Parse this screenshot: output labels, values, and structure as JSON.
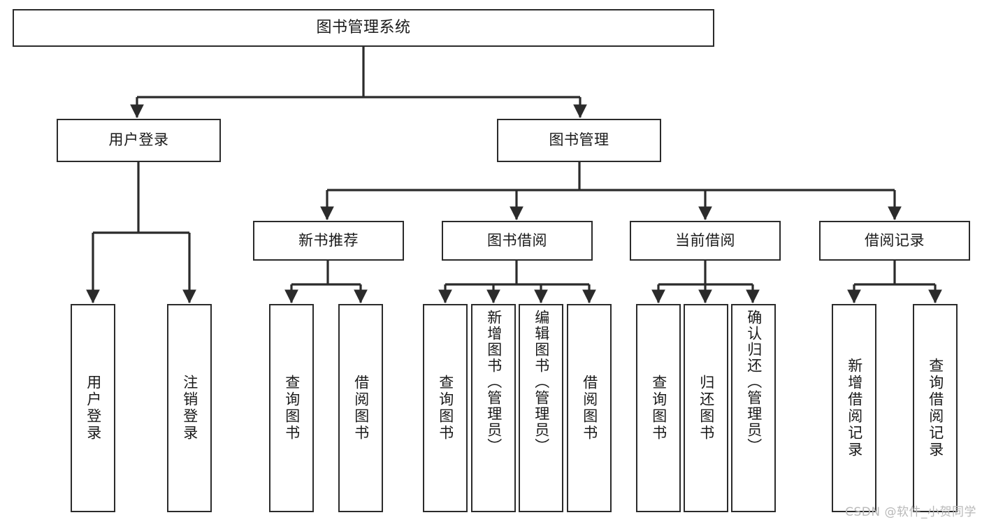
{
  "title": "图书管理系统",
  "watermark": "CSDN @软件_小贺同学",
  "colors": {
    "box_border": "#2b2b2b",
    "box_fill": "#ffffff",
    "edge": "#2b2b2b",
    "text": "#1a1a1a",
    "watermark": "#b9b9b9",
    "background": "#ffffff"
  },
  "nodes": {
    "root": {
      "label": "图书管理系统"
    },
    "level1": [
      {
        "label": "用户登录"
      },
      {
        "label": "图书管理"
      }
    ],
    "level2": [
      {
        "label": "新书推荐"
      },
      {
        "label": "图书借阅"
      },
      {
        "label": "当前借阅"
      },
      {
        "label": "借阅记录"
      }
    ],
    "leaves": {
      "user_login": [
        {
          "label": "用户登录"
        },
        {
          "label": "注销登录"
        }
      ],
      "new_book_recommend": [
        {
          "label": "查询图书"
        },
        {
          "label": "借阅图书"
        }
      ],
      "book_borrow": [
        {
          "label": "查询图书"
        },
        {
          "label": "新增图书（管理员）"
        },
        {
          "label": "编辑图书（管理员）"
        },
        {
          "label": "借阅图书"
        }
      ],
      "current_borrow": [
        {
          "label": "查询图书"
        },
        {
          "label": "归还图书"
        },
        {
          "label": "确认归还（管理员）"
        }
      ],
      "borrow_record": [
        {
          "label": "新增借阅记录"
        },
        {
          "label": "查询借阅记录"
        }
      ]
    }
  },
  "chart_data": {
    "type": "diagram",
    "diagram_kind": "tree-hierarchy",
    "title": "图书管理系统",
    "orientation": "top-down",
    "tree": {
      "label": "图书管理系统",
      "children": [
        {
          "label": "用户登录",
          "children": [
            {
              "label": "用户登录"
            },
            {
              "label": "注销登录"
            }
          ]
        },
        {
          "label": "图书管理",
          "children": [
            {
              "label": "新书推荐",
              "children": [
                {
                  "label": "查询图书"
                },
                {
                  "label": "借阅图书"
                }
              ]
            },
            {
              "label": "图书借阅",
              "children": [
                {
                  "label": "查询图书"
                },
                {
                  "label": "新增图书（管理员）"
                },
                {
                  "label": "编辑图书（管理员）"
                },
                {
                  "label": "借阅图书"
                }
              ]
            },
            {
              "label": "当前借阅",
              "children": [
                {
                  "label": "查询图书"
                },
                {
                  "label": "归还图书"
                },
                {
                  "label": "确认归还（管理员）"
                }
              ]
            },
            {
              "label": "借阅记录",
              "children": [
                {
                  "label": "新增借阅记录"
                },
                {
                  "label": "查询借阅记录"
                }
              ]
            }
          ]
        }
      ]
    }
  }
}
